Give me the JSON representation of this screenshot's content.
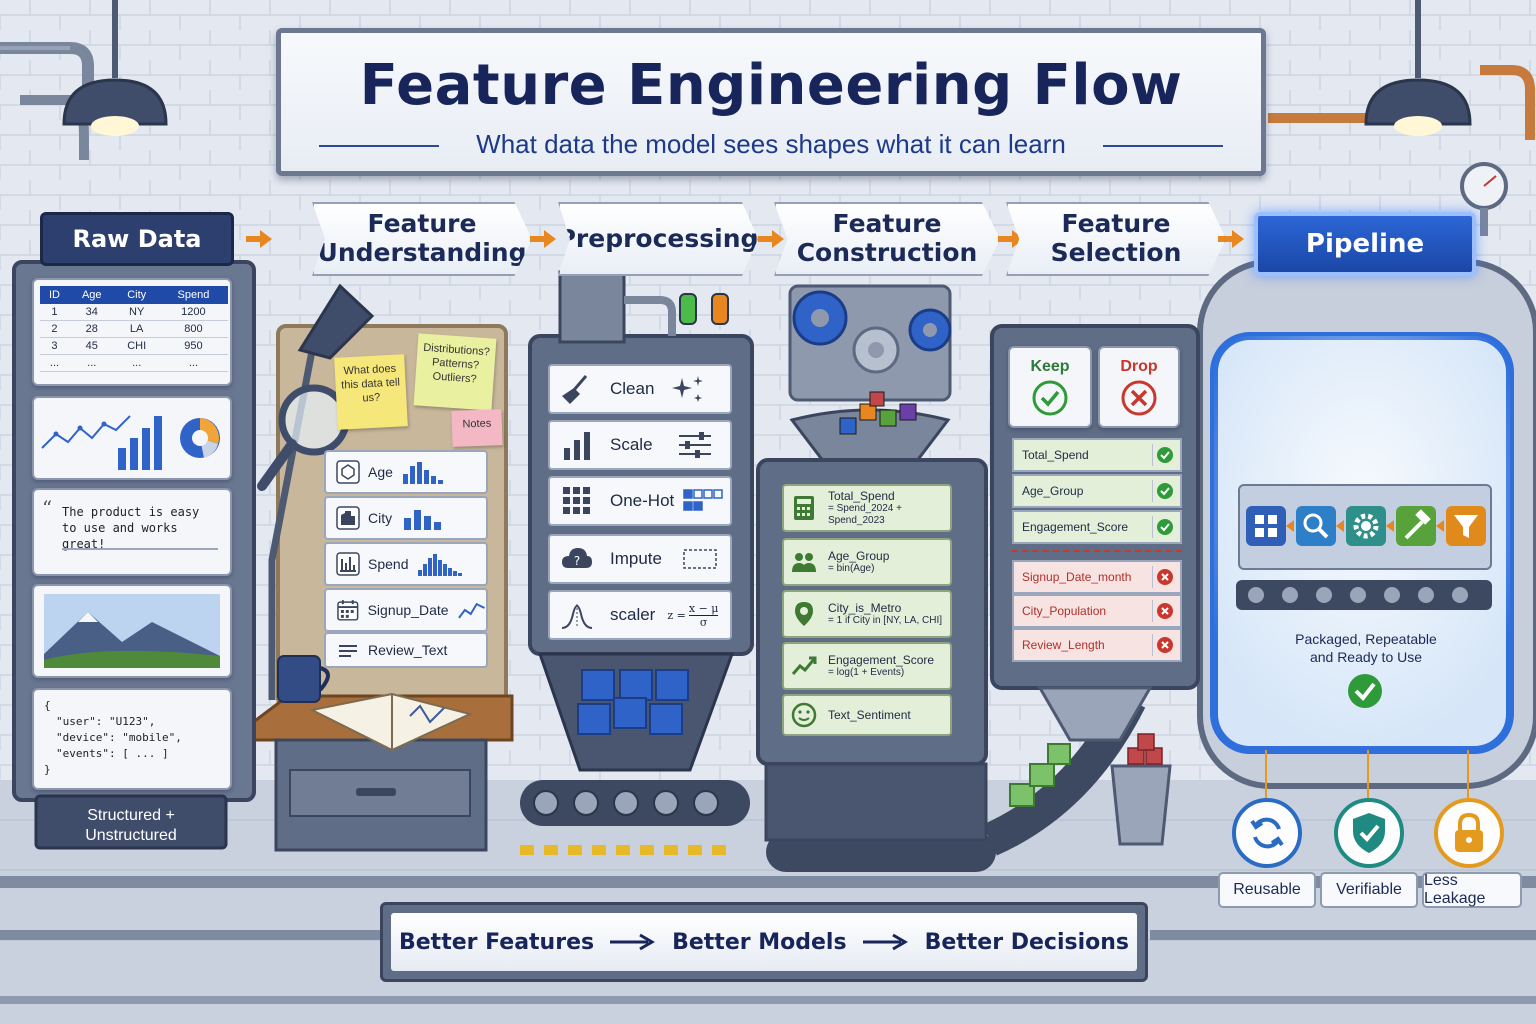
{
  "title": "Feature Engineering Flow",
  "subtitle": "What data the model sees shapes what it can learn",
  "stages": [
    {
      "label_line1": "Raw Data"
    },
    {
      "label_line1": "Feature",
      "label_line2": "Understanding"
    },
    {
      "label_line1": "Preprocessing"
    },
    {
      "label_line1": "Feature",
      "label_line2": "Construction"
    },
    {
      "label_line1": "Feature",
      "label_line2": "Selection"
    },
    {
      "label_line1": "Pipeline"
    }
  ],
  "raw_data": {
    "table": {
      "headers": [
        "ID",
        "Age",
        "City",
        "Spend"
      ],
      "rows": [
        [
          "1",
          "34",
          "NY",
          "1200"
        ],
        [
          "2",
          "28",
          "LA",
          "800"
        ],
        [
          "3",
          "45",
          "CHI",
          "950"
        ],
        [
          "...",
          "...",
          "...",
          "..."
        ]
      ]
    },
    "text_sample": "The product is easy to use and works great!",
    "json_lines": [
      "{",
      "\"user\": \"U123\",",
      "\"device\": \"mobile\",",
      "\"events\": [ ... ]",
      "}"
    ],
    "footer_line1": "Structured +",
    "footer_line2": "Unstructured"
  },
  "understanding": {
    "notes": [
      {
        "text": "What does this data tell us?",
        "color": "#f6e77a"
      },
      {
        "text": "Distributions? Patterns? Outliers?",
        "color": "#e9f0a0"
      },
      {
        "text": "Notes",
        "color": "#f3b8c4"
      }
    ],
    "features": [
      "Age",
      "City",
      "Spend",
      "Signup_Date",
      "Review_Text"
    ]
  },
  "preprocessing": {
    "steps": [
      "Clean",
      "Scale",
      "One-Hot",
      "Impute",
      "scaler"
    ],
    "formula": "z = x − μ / σ",
    "formula_num": "x − μ",
    "formula_den": "σ",
    "formula_lhs": "z ="
  },
  "construction": {
    "features": [
      {
        "name": "Total_Spend",
        "formula": "= Spend_2024 + Spend_2023"
      },
      {
        "name": "Age_Group",
        "formula": "= bin(Age)"
      },
      {
        "name": "City_is_Metro",
        "formula": "= 1 if City in [NY, LA, CHI]"
      },
      {
        "name": "Engagement_Score",
        "formula": "= log(1 + Events)"
      },
      {
        "name": "Text_Sentiment",
        "formula": ""
      }
    ]
  },
  "selection": {
    "keep_label": "Keep",
    "drop_label": "Drop",
    "kept": [
      "Total_Spend",
      "Age_Group",
      "Engagement_Score"
    ],
    "dropped": [
      "Signup_Date_month",
      "City_Population",
      "Review_Length"
    ]
  },
  "pipeline": {
    "caption_line1": "Packaged, Repeatable",
    "caption_line2": "and Ready to Use",
    "step_icons": [
      "grid-icon",
      "search-icon",
      "gear-icon",
      "hammer-icon",
      "filter-icon"
    ],
    "step_colors": [
      "#2f5fb6",
      "#2d7fc7",
      "#2f8f8a",
      "#57a23a",
      "#e08a1c"
    ]
  },
  "benefits": [
    {
      "label": "Reusable",
      "color": "#2a6bc4"
    },
    {
      "label": "Verifiable",
      "color": "#1f8a82"
    },
    {
      "label": "Less Leakage",
      "color": "#e39a1e"
    }
  ],
  "footer": {
    "items": [
      "Better Features",
      "Better Models",
      "Better Decisions"
    ]
  },
  "colors": {
    "navy": "#17255a",
    "accent_orange": "#e8861f",
    "keep_green": "#2e9a3a",
    "drop_red": "#c8382e",
    "pipeline_blue": "#1e56c0"
  }
}
